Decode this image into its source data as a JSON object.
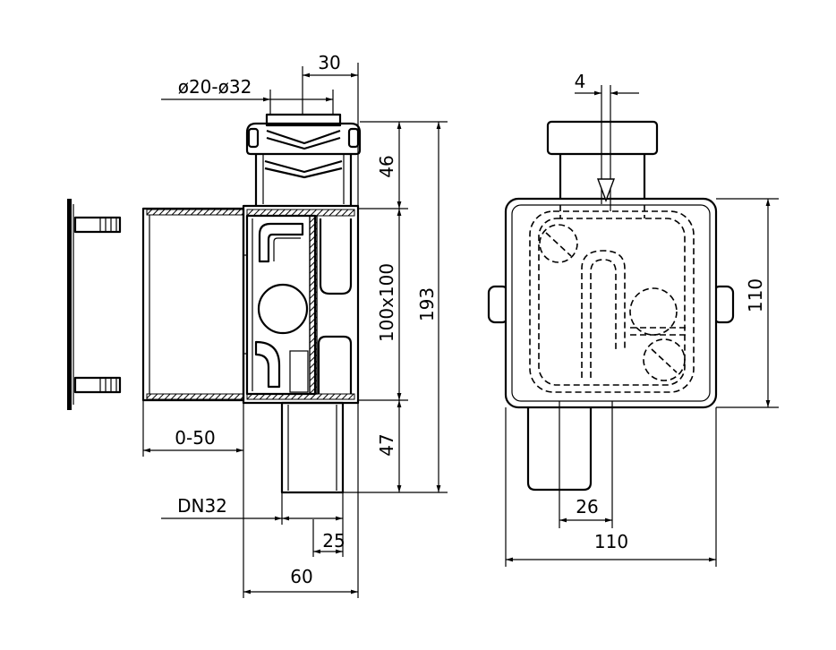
{
  "dimensions": {
    "top_width": "30",
    "inlet_diameter": "ø20-ø32",
    "inlet_height": "46",
    "box_size": "100x100",
    "total_height": "193",
    "outlet_height": "47",
    "wall_adjust": "0-50",
    "outlet_dn": "DN32",
    "outlet_offset": "25",
    "depth": "60",
    "front_offset": "4",
    "front_height": "110",
    "front_outlet_offset": "26",
    "front_width": "110"
  }
}
